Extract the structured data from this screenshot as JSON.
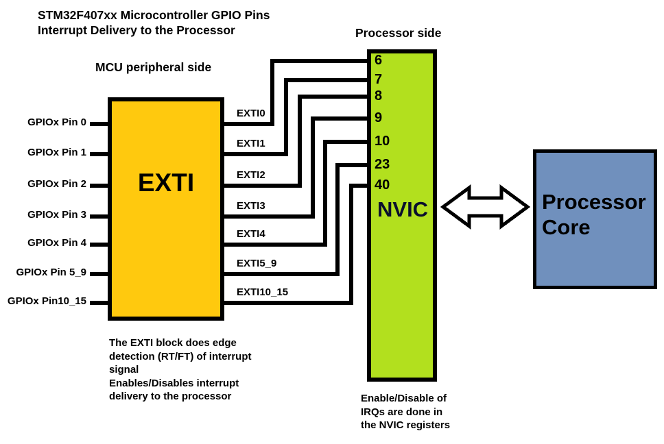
{
  "title": {
    "line1": "STM32F407xx Microcontroller GPIO Pins",
    "line2": "Interrupt Delivery to the Processor"
  },
  "labels": {
    "mcu_side": "MCU peripheral side",
    "processor_side": "Processor side"
  },
  "exti_block": {
    "label": "EXTI",
    "fill": "#FFC90E"
  },
  "nvic_block": {
    "label": "NVIC",
    "fill": "#B2E01E",
    "text_color": "#0a0f2d"
  },
  "processor_block": {
    "line1": "Processor",
    "line2": "Core",
    "fill": "#7090BD"
  },
  "gpio_pins": [
    "GPIOx Pin 0",
    "GPIOx Pin 1",
    "GPIOx Pin 2",
    "GPIOx Pin 3",
    "GPIOx Pin 4",
    "GPIOx Pin 5_9",
    "GPIOx Pin10_15"
  ],
  "routes": [
    {
      "exti": "EXTI0",
      "irq": "6"
    },
    {
      "exti": "EXTI1",
      "irq": "7"
    },
    {
      "exti": "EXTI2",
      "irq": "8"
    },
    {
      "exti": "EXTI3",
      "irq": "9"
    },
    {
      "exti": "EXTI4",
      "irq": "10"
    },
    {
      "exti": "EXTI5_9",
      "irq": "23"
    },
    {
      "exti": "EXTI10_15",
      "irq": "40"
    }
  ],
  "notes": {
    "exti": "The EXTI block does edge\ndetection (RT/FT) of interrupt\nsignal\nEnables/Disables interrupt\ndelivery to the processor",
    "nvic": "Enable/Disable of\nIRQs are done in\nthe NVIC registers"
  }
}
